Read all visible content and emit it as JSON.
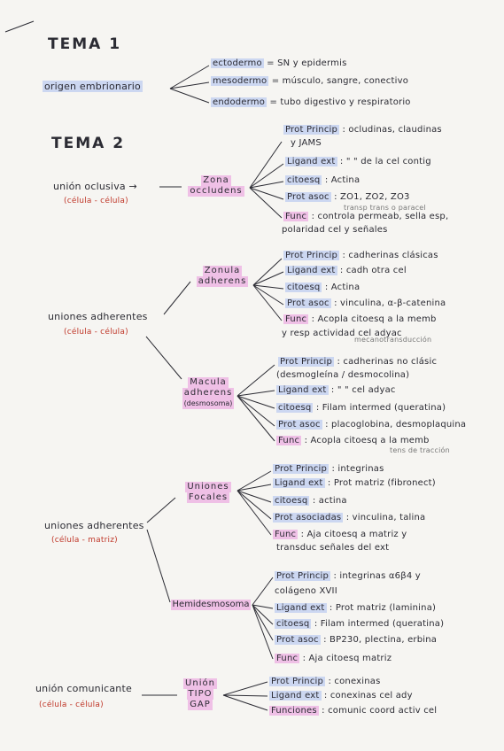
{
  "tema1": {
    "title": "TEMA 1",
    "root": "origen embrionario",
    "items": [
      {
        "label": "ectodermo",
        "text": " = SN y epidermis"
      },
      {
        "label": "mesodermo",
        "text": " = músculo, sangre, conectivo"
      },
      {
        "label": "endodermo",
        "text": " = tubo digestivo y respiratorio"
      }
    ]
  },
  "tema2": {
    "title": "TEMA 2",
    "oclusiva": {
      "root": "unión oclusiva →",
      "sub": "(célula - célula)",
      "node": [
        "Zona",
        "occludens"
      ],
      "items": [
        {
          "label": "Prot Princip",
          "text": " : ocludinas, claudinas"
        },
        {
          "label": "",
          "text": "y JAMS"
        },
        {
          "label": "Ligand ext",
          "text": " : \" \" de la cel contig"
        },
        {
          "label": "citoesq",
          "text": " : Actina"
        },
        {
          "label": "Prot asoc",
          "text": " : ZO1, ZO2, ZO3"
        },
        {
          "label": "",
          "text": "transp trans o paracel"
        },
        {
          "label": "Func",
          "text": " : controla permeab, sella esp,"
        },
        {
          "label": "",
          "text": "polaridad cel y señales"
        }
      ]
    },
    "adherentes_cc": {
      "root": "uniones adherentes",
      "sub": "(célula - célula)",
      "zonula": {
        "node": [
          "Zonula",
          "adherens"
        ],
        "items": [
          {
            "label": "Prot Princip",
            "text": " : cadherinas clásicas"
          },
          {
            "label": "Ligand ext",
            "text": " : cadh otra cel"
          },
          {
            "label": "citoesq",
            "text": " : Actina"
          },
          {
            "label": "Prot asoc",
            "text": " : vinculina, α-β-catenina"
          },
          {
            "label": "Func",
            "text": " : Acopla citoesq a la memb"
          },
          {
            "label": "",
            "text": "y resp actividad cel adyac"
          },
          {
            "label": "",
            "text": "mecanotransducción"
          }
        ]
      },
      "macula": {
        "node": [
          "Macula",
          "adherens",
          "(desmosoma)"
        ],
        "items": [
          {
            "label": "Prot Princip",
            "text": " : cadherinas no clásic"
          },
          {
            "label": "",
            "text": "(desmogleína / desmocolina)"
          },
          {
            "label": "Ligand ext",
            "text": " : \" \" cel adyac"
          },
          {
            "label": "citoesq",
            "text": " : Filam intermed (queratina)"
          },
          {
            "label": "Prot asoc",
            "text": " : placoglobina, desmoplaquina"
          },
          {
            "label": "Func",
            "text": " : Acopla citoesq a la memb"
          },
          {
            "label": "",
            "text": "tens de tracción"
          }
        ]
      }
    },
    "adherentes_cm": {
      "root": "uniones adherentes",
      "sub": "(célula - matriz)",
      "focales": {
        "node": [
          "Uniones",
          "Focales"
        ],
        "items": [
          {
            "label": "Prot Princip",
            "text": " : integrinas"
          },
          {
            "label": "Ligand ext",
            "text": " : Prot matriz (fibronect)"
          },
          {
            "label": "citoesq",
            "text": " : actina"
          },
          {
            "label": "Prot asociadas",
            "text": " : vinculina, talina"
          },
          {
            "label": "Func",
            "text": " : Aja citoesq a matriz y"
          },
          {
            "label": "",
            "text": "transduc señales del ext"
          }
        ]
      },
      "hemi": {
        "node": [
          "Hemidesmosoma"
        ],
        "items": [
          {
            "label": "Prot Princip",
            "text": " : integrinas α6β4 y"
          },
          {
            "label": "",
            "text": "colágeno XVII"
          },
          {
            "label": "Ligand ext",
            "text": " : Prot matriz (laminina)"
          },
          {
            "label": "citoesq",
            "text": " : Filam intermed (queratina)"
          },
          {
            "label": "Prot asoc",
            "text": " : BP230, plectina, erbina"
          },
          {
            "label": "Func",
            "text": " : Aja citoesq matriz"
          }
        ]
      }
    },
    "comunicante": {
      "root": "unión comunicante",
      "sub": "(célula - célula)",
      "node": [
        "Unión",
        "TIPO",
        "GAP"
      ],
      "items": [
        {
          "label": "Prot Princip",
          "text": " : conexinas"
        },
        {
          "label": "Ligand ext",
          "text": " : conexinas cel ady"
        },
        {
          "label": "Funciones",
          "text": " : comunic coord activ cel"
        }
      ]
    }
  }
}
